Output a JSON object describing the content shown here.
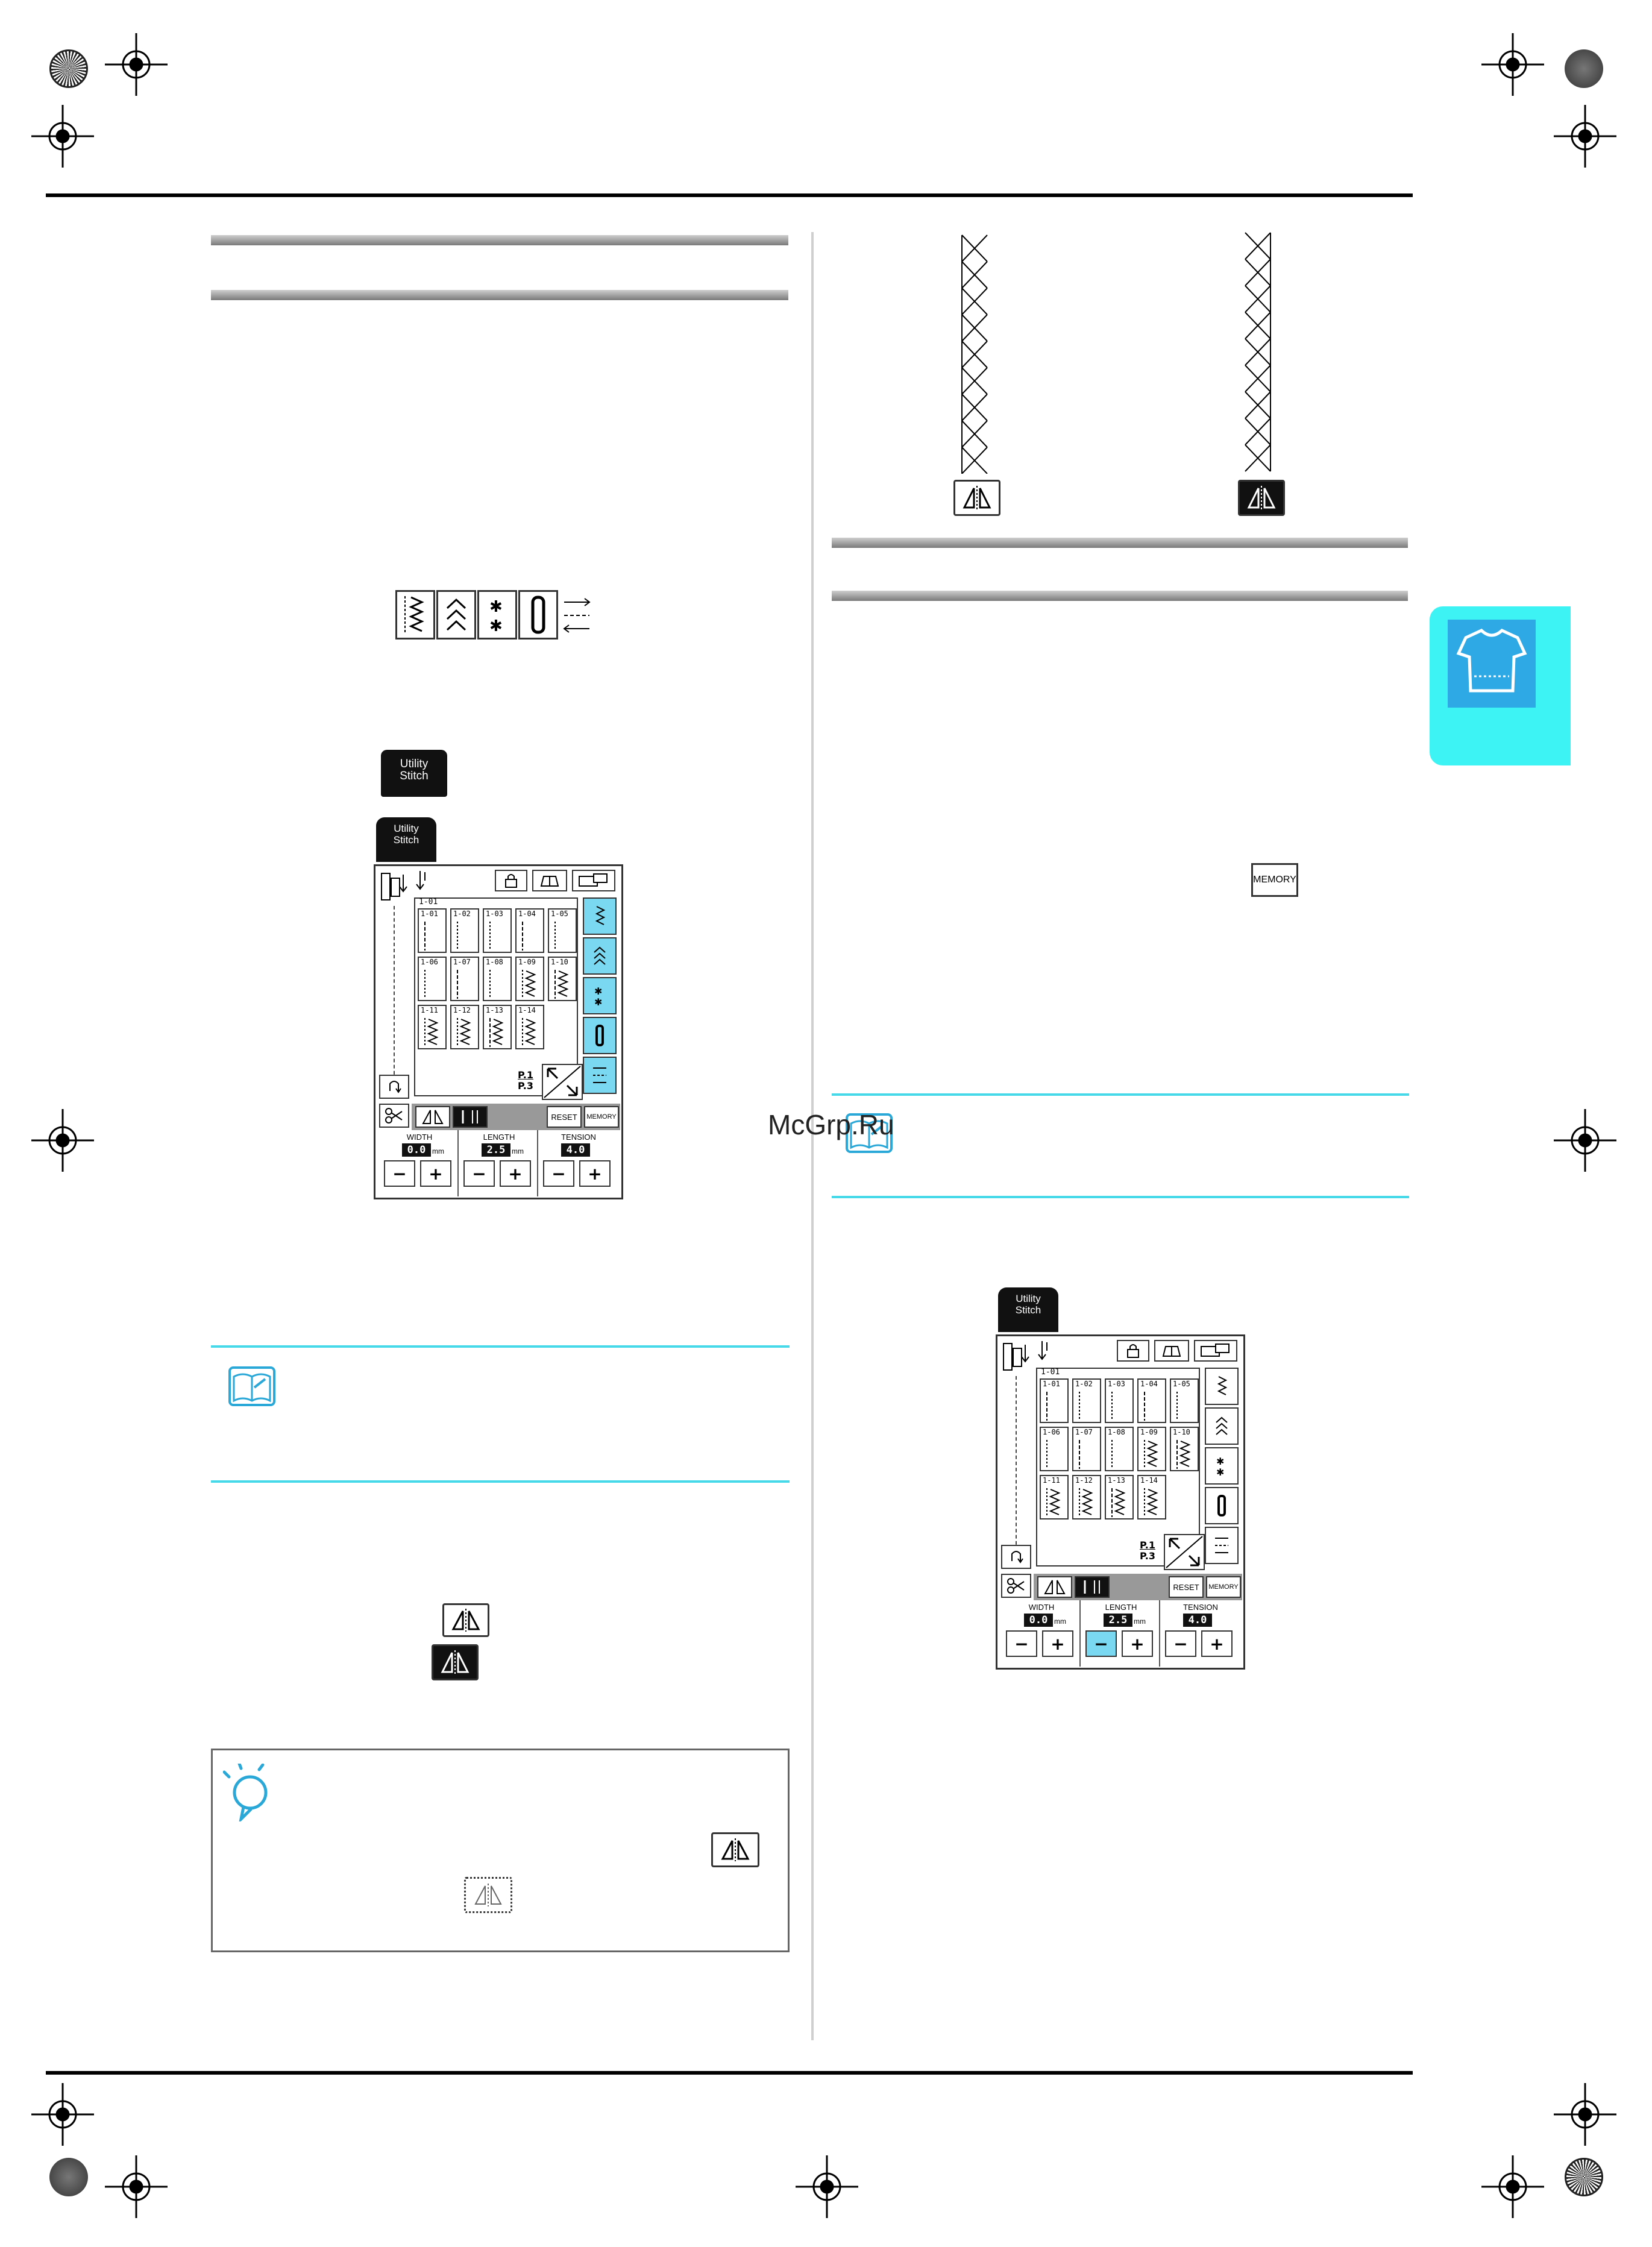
{
  "watermark": "McGrp.Ru",
  "utility_button": {
    "line1": "Utility",
    "line2": "Stitch"
  },
  "lcd": {
    "tab_line1": "Utility",
    "tab_line2": "Stitch",
    "group_label": "1-01",
    "stitches": [
      "1-01",
      "1-02",
      "1-03",
      "1-04",
      "1-05",
      "1-06",
      "1-07",
      "1-08",
      "1-09",
      "1-10",
      "1-11",
      "1-12",
      "1-13",
      "1-14"
    ],
    "page_num": "P.1",
    "page_den": "P.3",
    "reset_label": "RESET",
    "memory_label": "MEMORY",
    "width_label": "WIDTH",
    "length_label": "LENGTH",
    "tension_label": "TENSION",
    "width_value": "0.0",
    "length_value": "2.5",
    "tension_value": "4.0",
    "unit": "mm",
    "minus": "−",
    "plus": "+"
  },
  "memory_key_label": "MEMORY",
  "colors": {
    "accent_cyan": "#46d9ea",
    "side_tab": "#3ef3f4",
    "side_tab_inner": "#2fa9e6",
    "lcd_highlight": "#7ad9f0"
  },
  "icons": [
    "registration-mark-icon",
    "stitch-category-icon",
    "mirror-image-icon",
    "memo-book-icon",
    "lightbulb-note-icon",
    "shirt-tab-icon"
  ]
}
